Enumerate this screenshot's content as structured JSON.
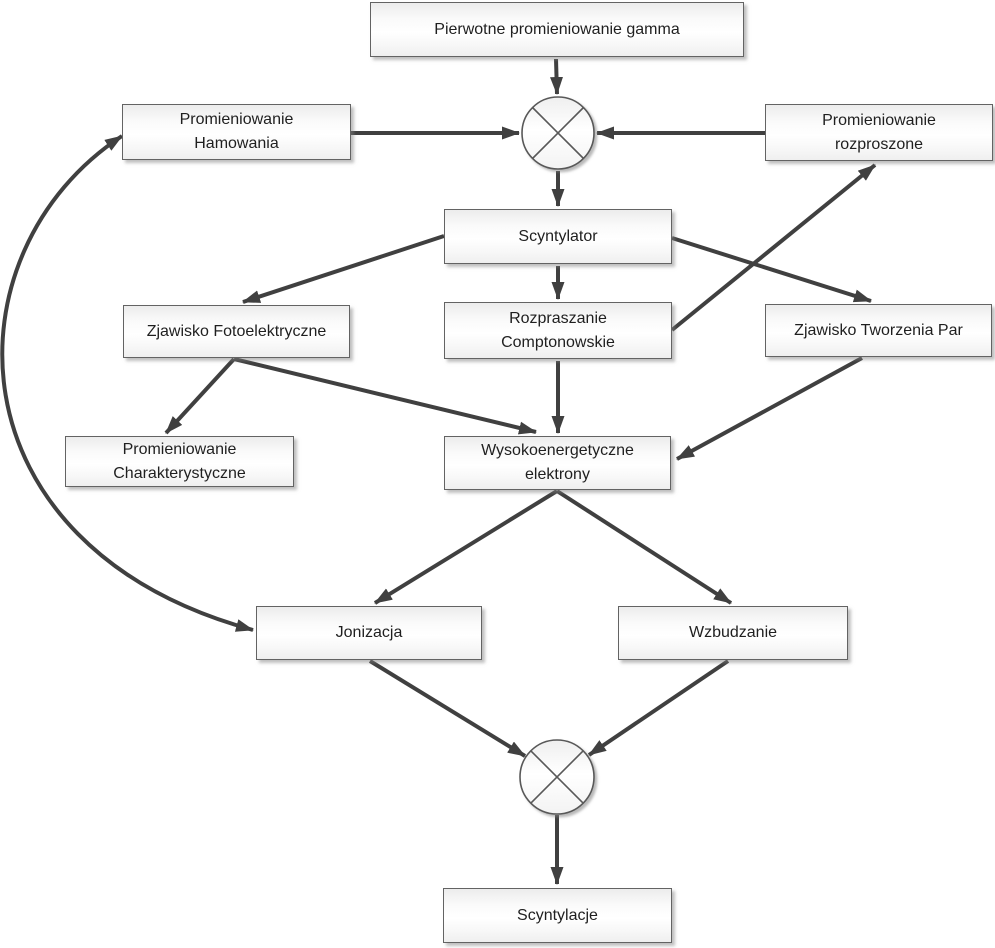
{
  "diagram": {
    "language": "pl",
    "nodes": {
      "gamma": {
        "label": "Pierwotne promieniowanie gamma"
      },
      "hamowania": {
        "label": "Promieniowanie\nHamowania"
      },
      "rozproszone": {
        "label": "Promieniowanie\nrozproszone"
      },
      "scyntylator": {
        "label": "Scyntylator"
      },
      "fotoelektryczne": {
        "label": "Zjawisko Fotoelektryczne"
      },
      "compton": {
        "label": "Rozpraszanie\nComptonowskie"
      },
      "tworzeniapar": {
        "label": "Zjawisko Tworzenia Par"
      },
      "charakterystyczne": {
        "label": "Promieniowanie\nCharakterystyczne"
      },
      "elektrony": {
        "label": "Wysokoenergetyczne\nelektrony"
      },
      "jonizacja": {
        "label": "Jonizacja"
      },
      "wzbudzanie": {
        "label": "Wzbudzanie"
      },
      "scyntylacje": {
        "label": "Scyntylacje"
      }
    },
    "junctions": [
      {
        "id": "junction-1",
        "symbol": "circled-x"
      },
      {
        "id": "junction-2",
        "symbol": "circled-x"
      }
    ],
    "edges": [
      {
        "from": "gamma",
        "to": "junction-1",
        "type": "arrow"
      },
      {
        "from": "hamowania",
        "to": "junction-1",
        "type": "arrow"
      },
      {
        "from": "rozproszone",
        "to": "junction-1",
        "type": "arrow"
      },
      {
        "from": "junction-1",
        "to": "scyntylator",
        "type": "arrow"
      },
      {
        "from": "scyntylator",
        "to": "fotoelektryczne",
        "type": "arrow"
      },
      {
        "from": "scyntylator",
        "to": "compton",
        "type": "arrow"
      },
      {
        "from": "scyntylator",
        "to": "tworzeniapar",
        "type": "arrow"
      },
      {
        "from": "compton",
        "to": "rozproszone",
        "type": "arrow"
      },
      {
        "from": "compton",
        "to": "elektrony",
        "type": "arrow"
      },
      {
        "from": "fotoelektryczne",
        "to": "charakterystyczne",
        "type": "arrow"
      },
      {
        "from": "fotoelektryczne",
        "to": "elektrony",
        "type": "arrow"
      },
      {
        "from": "tworzeniapar",
        "to": "elektrony",
        "type": "arrow"
      },
      {
        "from": "elektrony",
        "to": "jonizacja",
        "type": "arrow"
      },
      {
        "from": "elektrony",
        "to": "wzbudzanie",
        "type": "arrow"
      },
      {
        "from": "jonizacja",
        "to": "junction-2",
        "type": "arrow"
      },
      {
        "from": "wzbudzanie",
        "to": "junction-2",
        "type": "arrow"
      },
      {
        "from": "junction-2",
        "to": "scyntylacje",
        "type": "arrow"
      },
      {
        "from": "jonizacja",
        "to": "hamowania",
        "type": "double-arrow-curved"
      }
    ],
    "colors": {
      "arrow": "#404040",
      "box_border": "#636363",
      "junction_stroke": "#595959",
      "text": "#1f1f1f",
      "background": "#ffffff"
    }
  }
}
